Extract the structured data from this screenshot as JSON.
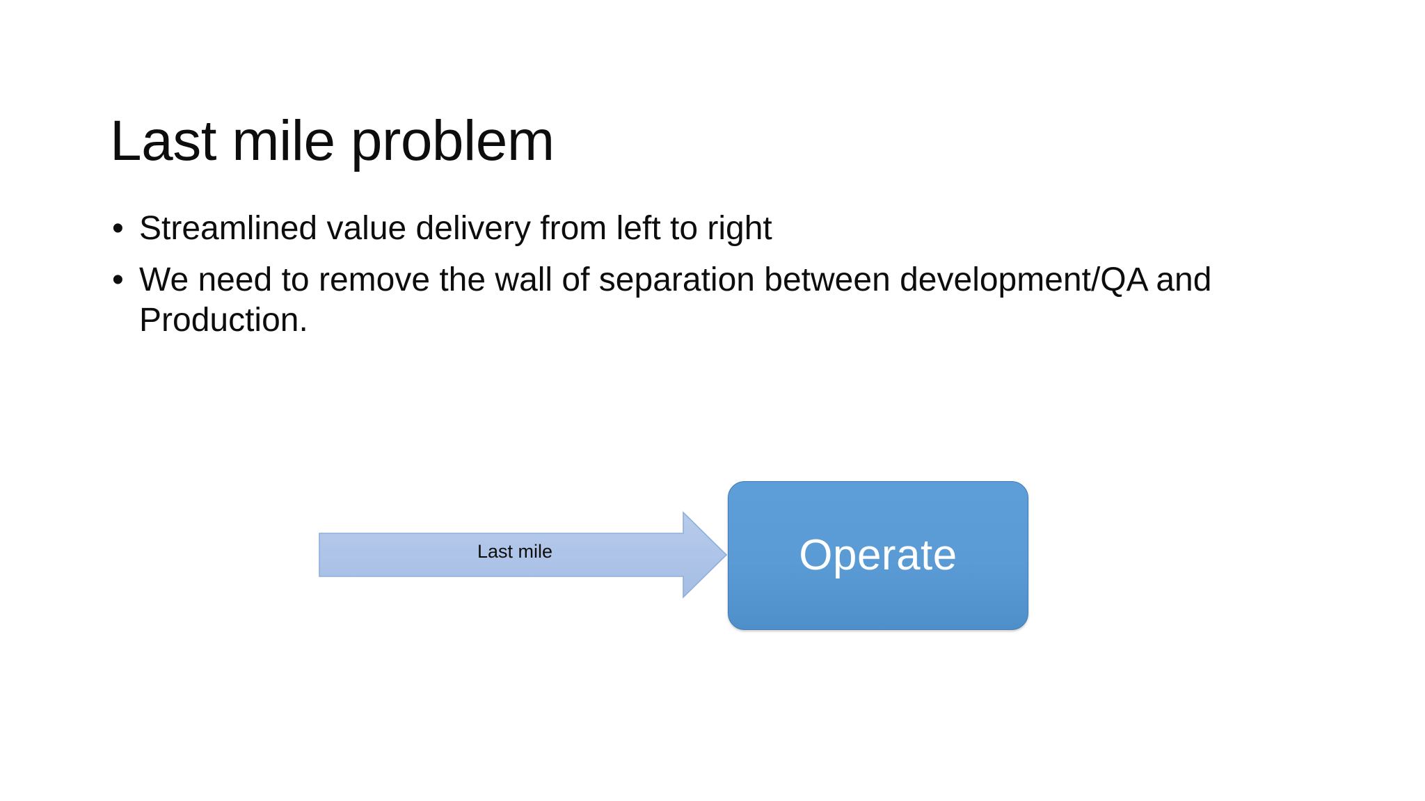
{
  "slide": {
    "title": "Last mile problem",
    "bullets": [
      "Streamlined value delivery from left to right",
      "We need to remove the wall of separation between development/QA and Production."
    ],
    "bullet_marker": "•"
  },
  "diagram": {
    "arrow": {
      "label": "Last mile",
      "direction": "right",
      "fill_color": "#AFC5E8",
      "border_color": "#8FAEDC",
      "label_color": "#0D0D0D"
    },
    "box": {
      "label": "Operate",
      "fill_color": "#5B9BD5",
      "border_color": "#3F7CB4",
      "label_color": "#FFFFFF"
    }
  },
  "theme": {
    "background": "#FFFFFF",
    "text_color": "#0D0D0D",
    "accent_blue": "#5B9BD5",
    "accent_light_blue": "#AFC5E8"
  }
}
